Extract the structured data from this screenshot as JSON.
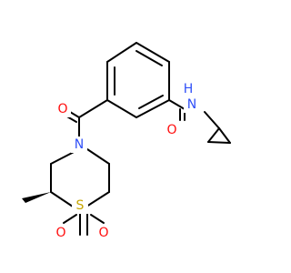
{
  "structure": {
    "atoms": {
      "O_carbonyl_left": "O",
      "N_amide": "N",
      "H_amide": "H",
      "O_carbonyl_right": "O",
      "N_ring": "N",
      "S_ring": "S",
      "O_sulfonyl_left": "O",
      "O_sulfonyl_right": "O"
    },
    "colors": {
      "bond": "#000000",
      "oxygen": "#ff0d0d",
      "nitrogen": "#3050f8",
      "sulfur": "#c7a600",
      "hydrogen": "#3050f8"
    }
  }
}
